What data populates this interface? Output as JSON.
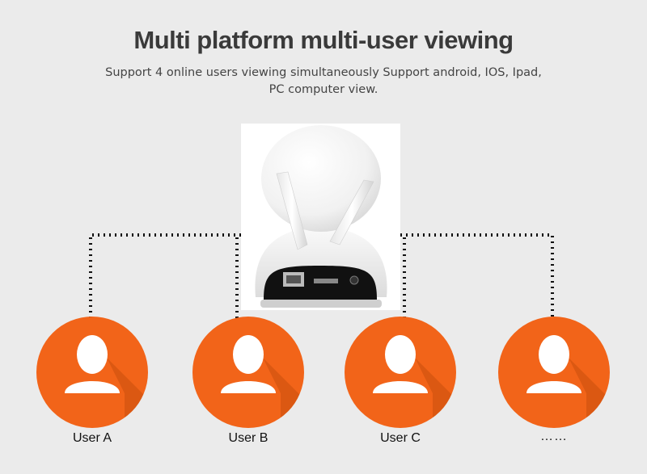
{
  "header": {
    "title": "Multi platform multi-user viewing",
    "subtitle": "Support 4 online users viewing simultaneously Support android, IOS, Ipad, PC computer view."
  },
  "colors": {
    "background": "#ebebeb",
    "accent_orange": "#f26419",
    "shadow_orange": "#c94e0c",
    "dots": "#111111"
  },
  "camera": {
    "icon": "ip-camera-image"
  },
  "users": [
    {
      "label": "User A",
      "icon": "user-avatar-icon"
    },
    {
      "label": "User B",
      "icon": "user-avatar-icon"
    },
    {
      "label": "User C",
      "icon": "user-avatar-icon"
    },
    {
      "label": "……",
      "icon": "user-avatar-icon"
    }
  ]
}
